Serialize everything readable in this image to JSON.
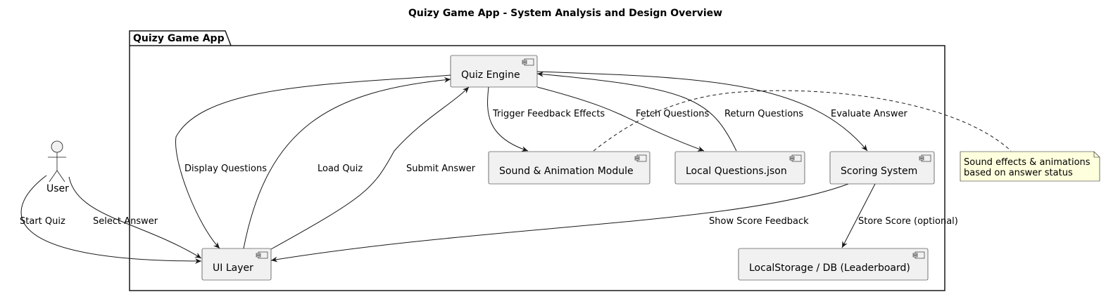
{
  "title": "Quizy Game App - System Analysis and Design Overview",
  "package": {
    "label": "Quizy Game App"
  },
  "actor": {
    "label": "User"
  },
  "components": {
    "quiz_engine": "Quiz Engine",
    "ui_layer": "UI Layer",
    "sound_animation": "Sound & Animation Module",
    "local_questions": "Local Questions.json",
    "scoring_system": "Scoring System",
    "local_storage": "LocalStorage / DB (Leaderboard)"
  },
  "edges": {
    "start_quiz": "Start Quiz",
    "select_answer": "Select Answer",
    "display_questions": "Display Questions",
    "load_quiz": "Load Quiz",
    "submit_answer": "Submit Answer",
    "trigger_feedback": "Trigger Feedback Effects",
    "fetch_questions": "Fetch Questions",
    "return_questions": "Return Questions",
    "evaluate_answer": "Evaluate Answer",
    "show_score_feedback": "Show Score Feedback",
    "store_score": "Store Score (optional)"
  },
  "note": {
    "line1": "Sound effects & animations",
    "line2": "based on answer status"
  },
  "colors": {
    "component_fill": "#f1f1f1",
    "note_fill": "#feffdd",
    "line": "#181818"
  }
}
